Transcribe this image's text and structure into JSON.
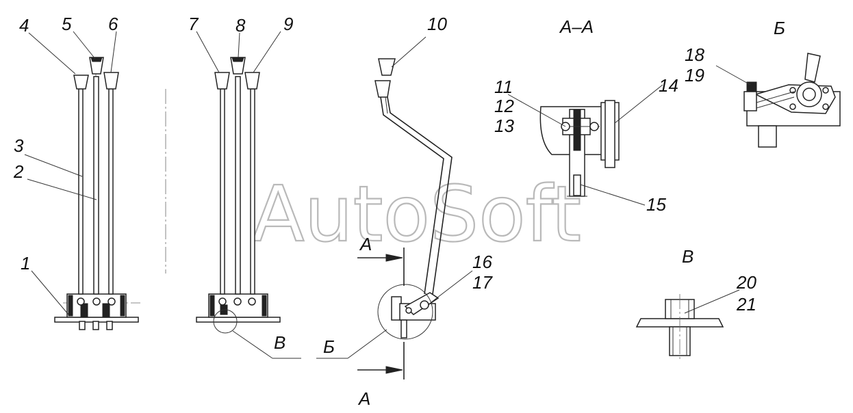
{
  "watermark": "AutoSoft",
  "callouts": [
    "1",
    "2",
    "3",
    "4",
    "5",
    "6",
    "7",
    "8",
    "9",
    "10",
    "11",
    "12",
    "13",
    "14",
    "15",
    "16",
    "17",
    "18",
    "19",
    "20",
    "21"
  ],
  "section_labels": {
    "section_aa_title": "А–А",
    "view_b_title": "Б",
    "view_v_title": "В",
    "cut_a_top": "А",
    "cut_a_bottom": "А",
    "leader_v": "В",
    "leader_b": "Б"
  }
}
